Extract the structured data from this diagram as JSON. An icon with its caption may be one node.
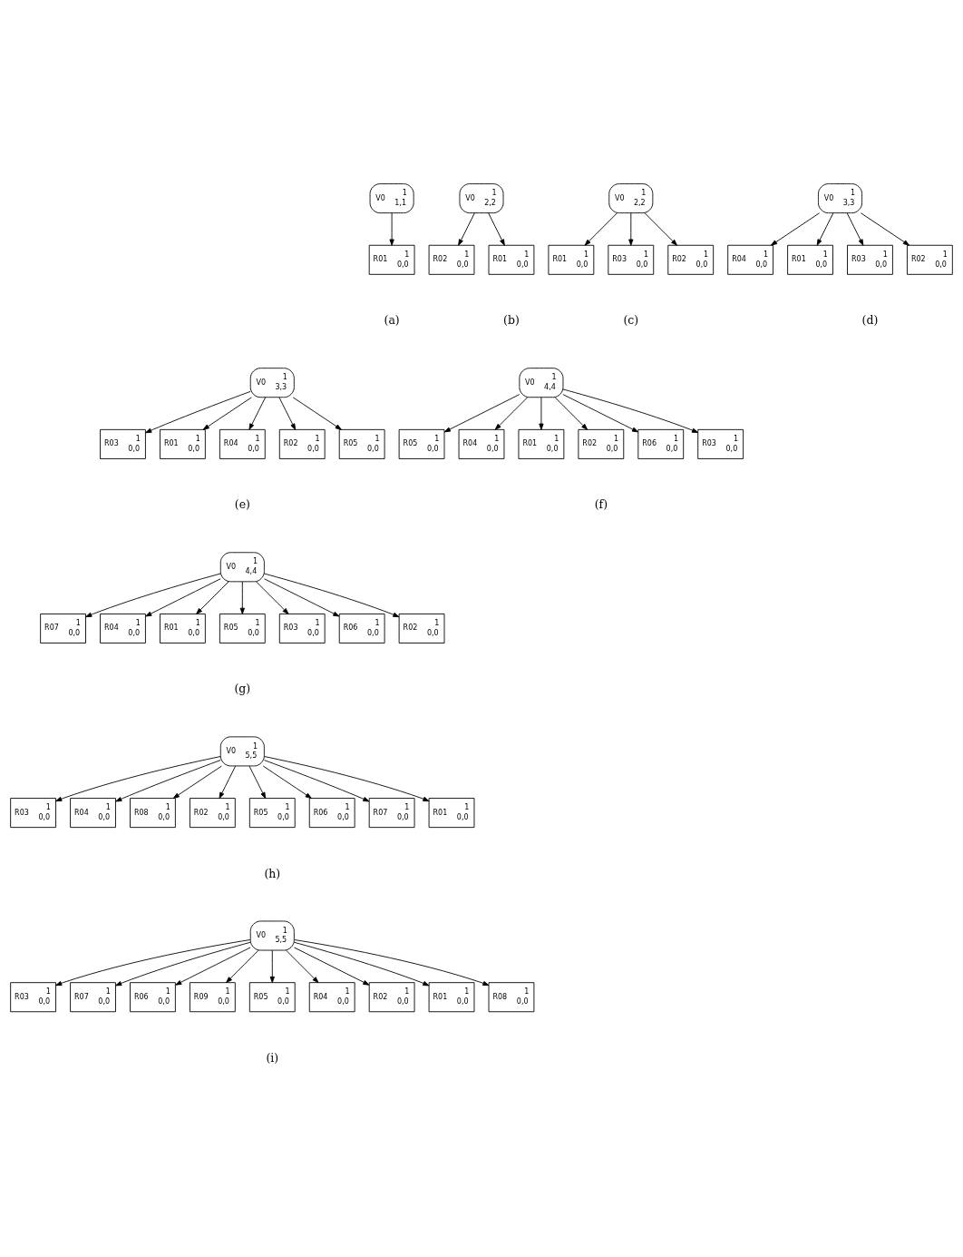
{
  "diagram": {
    "nodes": [
      {
        "text": [
          "V0",
          "1",
          "1,1"
        ]
      },
      {
        "text": [
          "R01",
          "1",
          "0,0"
        ]
      },
      {
        "text": [
          "V0",
          "1",
          "2,2"
        ]
      },
      {
        "text": [
          "R02",
          "1",
          "0,0"
        ]
      },
      {
        "text": [
          "R01",
          "1",
          "0,0"
        ]
      },
      {
        "text": [
          "V0",
          "1",
          "2,2"
        ]
      },
      {
        "text": [
          "R01",
          "1",
          "0,0"
        ]
      },
      {
        "text": [
          "R03",
          "1",
          "0,0"
        ]
      },
      {
        "text": [
          "R02",
          "1",
          "0,0"
        ]
      },
      {
        "text": [
          "V0",
          "1",
          "3,3"
        ]
      },
      {
        "text": [
          "R04",
          "1",
          "0,0"
        ]
      },
      {
        "text": [
          "R01",
          "1",
          "0,0"
        ]
      },
      {
        "text": [
          "R03",
          "1",
          "0,0"
        ]
      },
      {
        "text": [
          "R02",
          "1",
          "0,0"
        ]
      },
      {
        "text": [
          "V0",
          "1",
          "3,3"
        ]
      },
      {
        "text": [
          "R03",
          "1",
          "0,0"
        ]
      },
      {
        "text": [
          "R01",
          "1",
          "0,0"
        ]
      },
      {
        "text": [
          "R04",
          "1",
          "0,0"
        ]
      },
      {
        "text": [
          "R02",
          "1",
          "0,0"
        ]
      },
      {
        "text": [
          "R05",
          "1",
          "0,0"
        ]
      },
      {
        "text": [
          "V0",
          "1",
          "4,4"
        ]
      },
      {
        "text": [
          "R05",
          "1",
          "0,0"
        ]
      },
      {
        "text": [
          "R04",
          "1",
          "0,0"
        ]
      },
      {
        "text": [
          "R01",
          "1",
          "0,0"
        ]
      },
      {
        "text": [
          "R02",
          "1",
          "0,0"
        ]
      },
      {
        "text": [
          "R06",
          "1",
          "0,0"
        ]
      },
      {
        "text": [
          "R03",
          "1",
          "0,0"
        ]
      },
      {
        "text": [
          "V0",
          "1",
          "4,4"
        ]
      },
      {
        "text": [
          "R07",
          "1",
          "0,0"
        ]
      },
      {
        "text": [
          "R04",
          "1",
          "0,0"
        ]
      },
      {
        "text": [
          "R01",
          "1",
          "0,0"
        ]
      },
      {
        "text": [
          "R05",
          "1",
          "0,0"
        ]
      },
      {
        "text": [
          "R03",
          "1",
          "0,0"
        ]
      },
      {
        "text": [
          "R06",
          "1",
          "0,0"
        ]
      },
      {
        "text": [
          "R02",
          "1",
          "0,0"
        ]
      },
      {
        "text": [
          "V0",
          "1",
          "5,5"
        ]
      },
      {
        "text": [
          "R03",
          "1",
          "0,0"
        ]
      },
      {
        "text": [
          "R04",
          "1",
          "0,0"
        ]
      },
      {
        "text": [
          "R08",
          "1",
          "0,0"
        ]
      },
      {
        "text": [
          "R02",
          "1",
          "0,0"
        ]
      },
      {
        "text": [
          "R05",
          "1",
          "0,0"
        ]
      },
      {
        "text": [
          "R06",
          "1",
          "0,0"
        ]
      },
      {
        "text": [
          "R07",
          "1",
          "0,0"
        ]
      },
      {
        "text": [
          "R01",
          "1",
          "0,0"
        ]
      },
      {
        "text": [
          "V0",
          "1",
          "5,5"
        ]
      },
      {
        "text": [
          "R03",
          "1",
          "0,0"
        ]
      },
      {
        "text": [
          "R07",
          "1",
          "0,0"
        ]
      },
      {
        "text": [
          "R06",
          "1",
          "0,0"
        ]
      },
      {
        "text": [
          "R09",
          "1",
          "0,0"
        ]
      },
      {
        "text": [
          "R05",
          "1",
          "0,0"
        ]
      },
      {
        "text": [
          "R04",
          "1",
          "0,0"
        ]
      },
      {
        "text": [
          "R02",
          "1",
          "0,0"
        ]
      },
      {
        "text": [
          "R01",
          "1",
          "0,0"
        ]
      },
      {
        "text": [
          "R08",
          "1",
          "0,0"
        ]
      }
    ],
    "edges": [
      {
        "from": 0,
        "to": 1,
        "arrow": "to"
      },
      {
        "from": 2,
        "to": 3,
        "arrow": "to"
      },
      {
        "from": 2,
        "to": 4,
        "arrow": "to"
      },
      {
        "from": 5,
        "to": 6,
        "arrow": "to"
      },
      {
        "from": 5,
        "to": 7,
        "arrow": "to"
      },
      {
        "from": 5,
        "to": 8,
        "arrow": "to"
      },
      {
        "from": 9,
        "to": 10,
        "arrow": "to"
      },
      {
        "from": 9,
        "to": 11,
        "arrow": "to"
      },
      {
        "from": 9,
        "to": 12,
        "arrow": "to"
      },
      {
        "from": 9,
        "to": 13,
        "arrow": "to"
      },
      {
        "from": 14,
        "to": 15,
        "arrow": "to"
      },
      {
        "from": 14,
        "to": 16,
        "arrow": "to"
      },
      {
        "from": 14,
        "to": 17,
        "arrow": "to"
      },
      {
        "from": 14,
        "to": 18,
        "arrow": "to"
      },
      {
        "from": 14,
        "to": 19,
        "arrow": "to"
      },
      {
        "from": 20,
        "to": 21,
        "arrow": "to"
      },
      {
        "from": 20,
        "to": 22,
        "arrow": "to"
      },
      {
        "from": 20,
        "to": 23,
        "arrow": "to"
      },
      {
        "from": 20,
        "to": 24,
        "arrow": "to"
      },
      {
        "from": 20,
        "to": 25,
        "arrow": "to"
      },
      {
        "from": 20,
        "to": 26,
        "arrow": "to"
      },
      {
        "from": 27,
        "to": 28,
        "arrow": "to"
      },
      {
        "from": 27,
        "to": 29,
        "arrow": "to"
      },
      {
        "from": 27,
        "to": 30,
        "arrow": "to"
      },
      {
        "from": 27,
        "to": 31,
        "arrow": "to"
      },
      {
        "from": 27,
        "to": 32,
        "arrow": "to"
      },
      {
        "from": 27,
        "to": 33,
        "arrow": "to"
      },
      {
        "from": 27,
        "to": 34,
        "arrow": "to"
      },
      {
        "from": 35,
        "to": 36,
        "arrow": "to"
      },
      {
        "from": 35,
        "to": 37,
        "arrow": "to"
      },
      {
        "from": 35,
        "to": 38,
        "arrow": "to"
      },
      {
        "from": 35,
        "to": 39,
        "arrow": "to"
      },
      {
        "from": 35,
        "to": 40,
        "arrow": "to"
      },
      {
        "from": 35,
        "to": 41,
        "arrow": "to"
      },
      {
        "from": 35,
        "to": 42,
        "arrow": "to"
      },
      {
        "from": 35,
        "to": 43,
        "arrow": "to"
      },
      {
        "from": 44,
        "to": 45,
        "arrow": "to"
      },
      {
        "from": 44,
        "to": 46,
        "arrow": "to"
      },
      {
        "from": 44,
        "to": 47,
        "arrow": "to"
      },
      {
        "from": 44,
        "to": 48,
        "arrow": "to"
      },
      {
        "from": 44,
        "to": 49,
        "arrow": "to"
      },
      {
        "from": 44,
        "to": 50,
        "arrow": "to"
      },
      {
        "from": 44,
        "to": 51,
        "arrow": "to"
      },
      {
        "from": 44,
        "to": 52,
        "arrow": "to"
      },
      {
        "from": 44,
        "to": 53,
        "arrow": "to"
      }
    ],
    "labels": [
      "(a)",
      "(b)",
      "(c)",
      "(d)",
      "(e)",
      "(f)",
      "(g)",
      "(h)",
      "(i)"
    ]
  }
}
